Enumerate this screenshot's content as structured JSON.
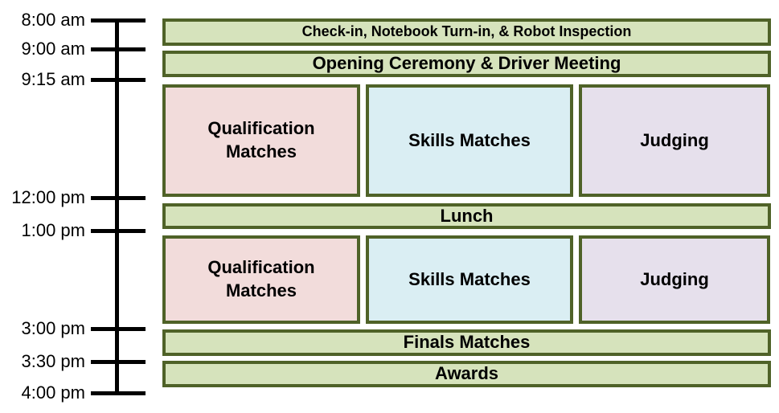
{
  "colors": {
    "event_green": "#d6e3bc",
    "event_pink": "#f2dcdb",
    "event_blue": "#daeef3",
    "event_purple": "#e6e0ec",
    "border_olive": "#4f6228",
    "axis_black": "#000000"
  },
  "timeline": {
    "times": [
      "8:00 am",
      "9:00 am",
      "9:15 am",
      "12:00 pm",
      "1:00 pm",
      "3:00 pm",
      "3:30 pm",
      "4:00 pm"
    ]
  },
  "schedule": {
    "rows": [
      {
        "type": "bar",
        "label": "Check-in, Notebook Turn-in, & Robot Inspection",
        "start": "8:00 am",
        "end": "9:00 am"
      },
      {
        "type": "bar",
        "label": "Opening Ceremony & Driver Meeting",
        "start": "9:00 am",
        "end": "9:15 am"
      },
      {
        "type": "columns",
        "items": [
          "Qualification Matches",
          "Skills Matches",
          "Judging"
        ],
        "start": "9:15 am",
        "end": "12:00 pm"
      },
      {
        "type": "bar",
        "label": "Lunch",
        "start": "12:00 pm",
        "end": "1:00 pm"
      },
      {
        "type": "columns",
        "items": [
          "Qualification Matches",
          "Skills Matches",
          "Judging"
        ],
        "start": "1:00 pm",
        "end": "3:00 pm"
      },
      {
        "type": "bar",
        "label": "Finals Matches",
        "start": "3:00 pm",
        "end": "3:30 pm"
      },
      {
        "type": "bar",
        "label": "Awards",
        "start": "3:30 pm",
        "end": "4:00 pm"
      }
    ]
  }
}
